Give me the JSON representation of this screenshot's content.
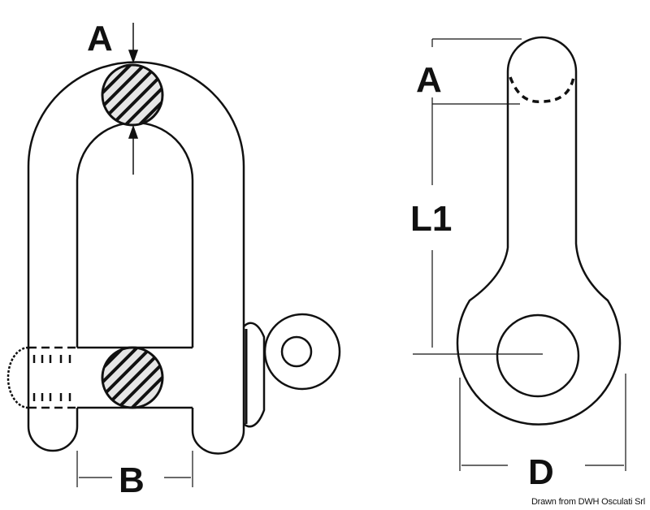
{
  "diagram": {
    "subject": "D-shackle technical drawing with dimension callouts",
    "views": [
      {
        "name": "front-view",
        "labels": [
          "A",
          "B"
        ]
      },
      {
        "name": "side-view",
        "labels": [
          "A",
          "L1",
          "D"
        ]
      }
    ],
    "labels": {
      "front_A": "A",
      "front_B": "B",
      "side_A": "A",
      "side_L1": "L1",
      "side_D": "D"
    },
    "credit": "Drawn from DWH Osculati Srl",
    "colors": {
      "line": "#111111",
      "background": "#ffffff",
      "hatch_fill": "#e6e6e6"
    }
  }
}
